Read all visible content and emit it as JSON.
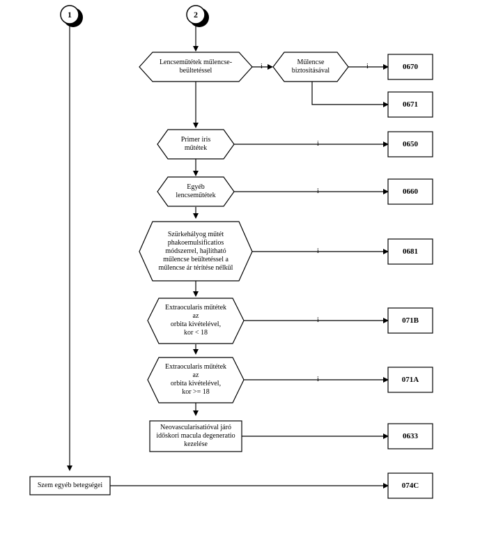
{
  "connectors": [
    "1",
    "2"
  ],
  "decisions": {
    "lens_implant": "Lencseműtétek műlencse-\nbeültetéssel",
    "lens_insurance": "Műlencse\nbiztosításával",
    "iris": "Primer iris\nműtétek",
    "other_lens": "Egyéb\nlencseműtétek",
    "phaco": "Szürkehályog műtét\nphakoemulsificatios\nmódszerrel, hajlítható\nműlencse beültetéssel a\nműlencse ár térítése nélkül",
    "extraocular_under18": "Extraocularis műtétek\naz\norbita  kivételével,\nkor < 18",
    "extraocular_over18": "Extraocularis műtétek\naz\norbita  kivételével,\nkor >= 18"
  },
  "processes": {
    "neovasc": "Neovascularisatióval járó\nidőskori macula degeneratio\nkezelése",
    "other_eye": "Szem egyéb betegségei"
  },
  "codes": [
    "0670",
    "0671",
    "0650",
    "0660",
    "0681",
    "071B",
    "071A",
    "0633",
    "074C"
  ],
  "yes_label": "i"
}
